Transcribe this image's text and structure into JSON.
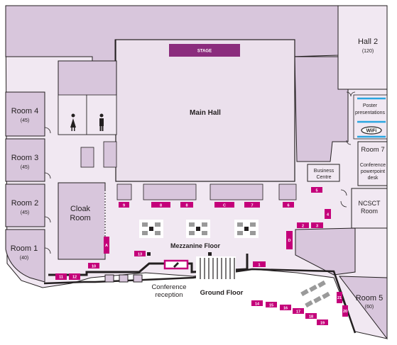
{
  "colors": {
    "room_fill": "#d8c6dc",
    "corridor_fill": "#f1e8f2",
    "hall_fill": "#ebe0ec",
    "wall": "#231f20",
    "booth": "#c4007a",
    "stage": "#8b2c7d",
    "wifi_bar": "#2aa6e0"
  },
  "rooms": {
    "hall2": {
      "name": "Hall 2",
      "capacity": "(120)"
    },
    "main_hall": {
      "name": "Main Hall"
    },
    "stage": {
      "name": "STAGE"
    },
    "room4": {
      "name": "Room 4",
      "capacity": "(45)"
    },
    "room3": {
      "name": "Room 3",
      "capacity": "(45)"
    },
    "room2": {
      "name": "Room 2",
      "capacity": "(45)"
    },
    "room1": {
      "name": "Room 1",
      "capacity": "(40)"
    },
    "room7": {
      "name": "Room 7"
    },
    "room5": {
      "name": "Room 5",
      "capacity": "(60)"
    },
    "ncsct": {
      "line1": "NCSCT",
      "line2": "Room"
    },
    "cloak": {
      "line1": "Cloak",
      "line2": "Room"
    },
    "business": {
      "line1": "Business",
      "line2": "Centre"
    }
  },
  "labels": {
    "poster_line1": "Poster",
    "poster_line2": "presentations",
    "wifi": "WiFi",
    "ppt_line1": "Conference",
    "ppt_line2": "powerpoint",
    "ppt_line3": "desk",
    "mezzanine": "Mezzanine Floor",
    "reception_line1": "Conference",
    "reception_line2": "reception",
    "ground_floor": "Ground Floor"
  },
  "booths": [
    "9",
    "8",
    "8",
    "C",
    "7",
    "6",
    "5",
    "4",
    "3",
    "2",
    "A",
    "D",
    "13",
    "10",
    "11",
    "12",
    "1",
    "14",
    "15",
    "16",
    "17",
    "18",
    "19",
    "20",
    "21"
  ]
}
